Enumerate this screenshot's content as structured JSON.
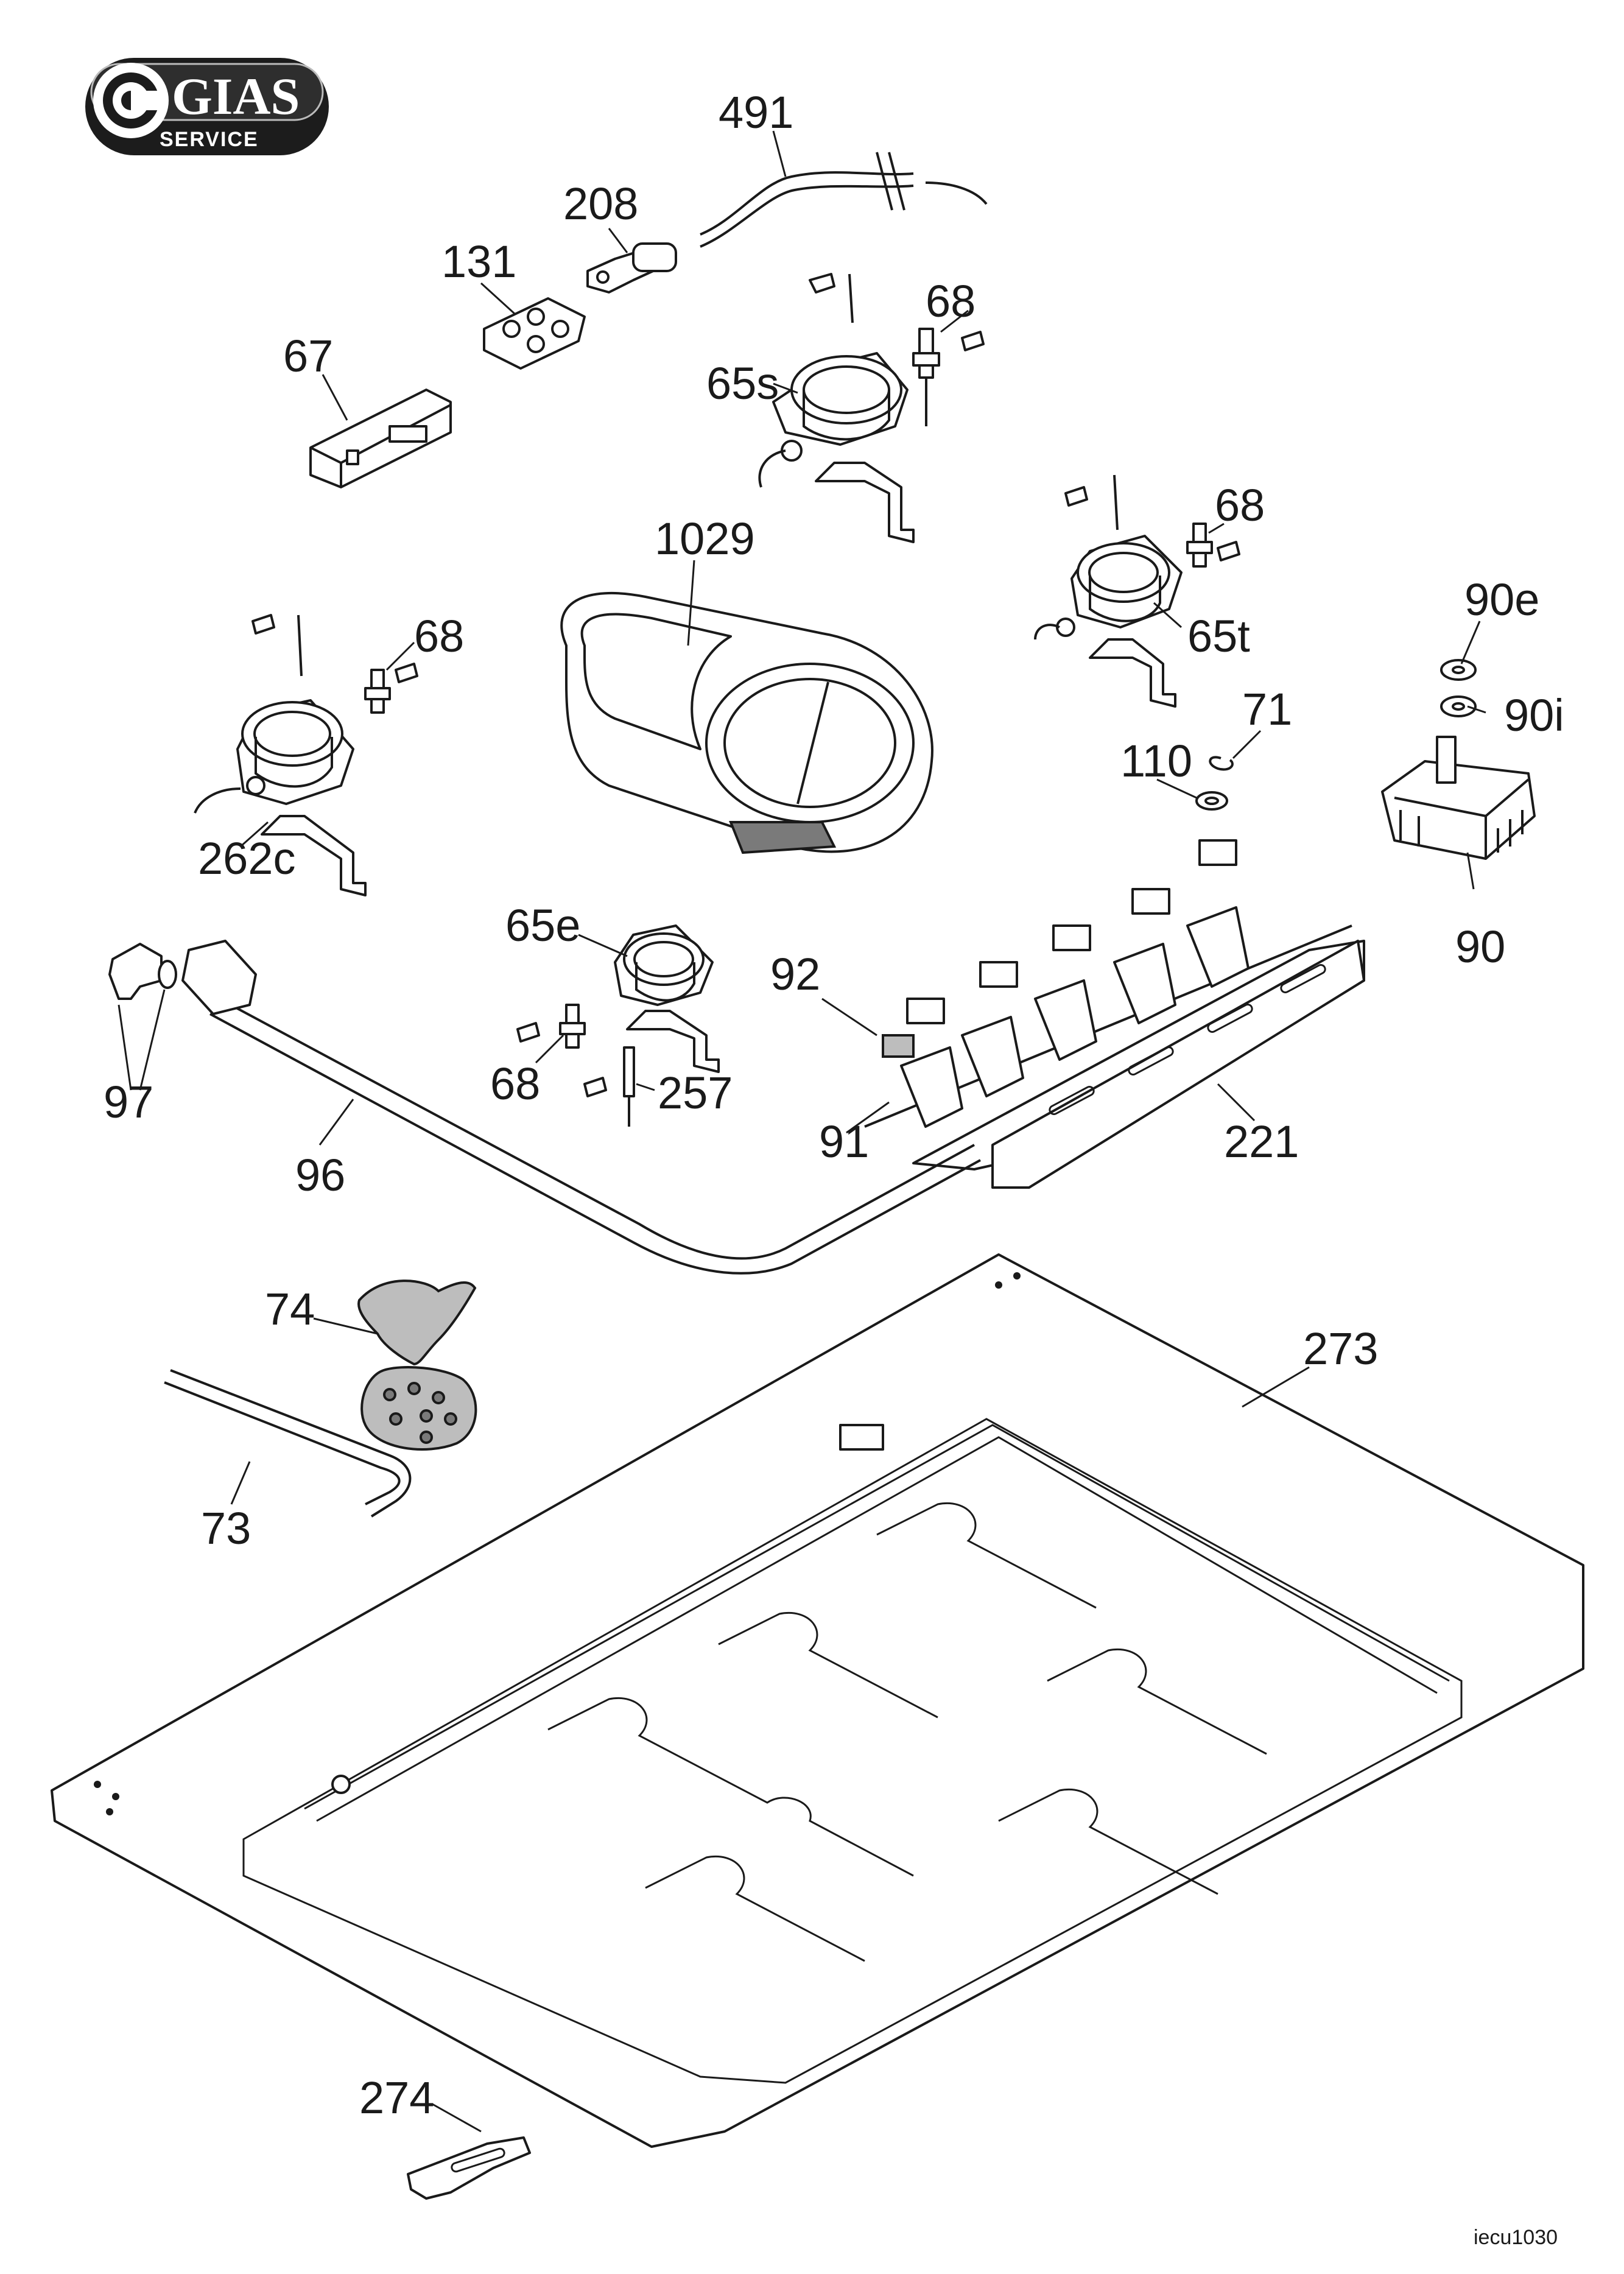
{
  "logo": {
    "brand": "GIAS",
    "sub": "SERVICE"
  },
  "drawing_code": "iecu1030",
  "callouts": {
    "p491": "491",
    "p208": "208",
    "p131": "131",
    "p67": "67",
    "p68a": "68",
    "p65s": "65s",
    "p1029": "1029",
    "p68b": "68",
    "p65t": "65t",
    "p68c": "68",
    "p90e": "90e",
    "p90i": "90i",
    "p71": "71",
    "p110": "110",
    "p90": "90",
    "p262c": "262c",
    "p65e": "65e",
    "p92": "92",
    "p97": "97",
    "p68d": "68",
    "p257": "257",
    "p91": "91",
    "p221": "221",
    "p96": "96",
    "p74": "74",
    "p273": "273",
    "p73": "73",
    "p274": "274"
  }
}
